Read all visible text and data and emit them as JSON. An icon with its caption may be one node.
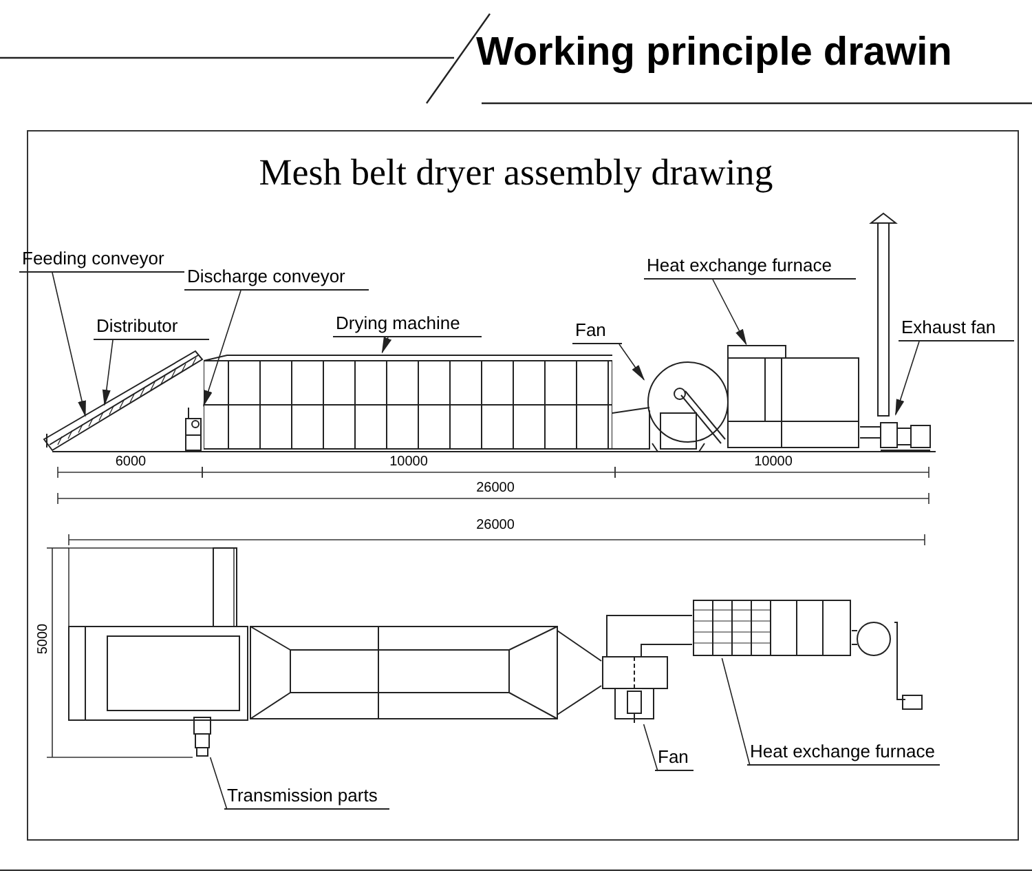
{
  "diagram": {
    "title": "Working principle drawin",
    "nodes": [
      {
        "text": [
          "Feeding conveyor"
        ]
      },
      {
        "text": [
          "Discharge conveyor"
        ]
      },
      {
        "text": [
          "Distributor"
        ]
      },
      {
        "text": [
          "Drying machine"
        ]
      },
      {
        "text": [
          "Fan"
        ]
      },
      {
        "text": [
          "Heat exchange furnace"
        ]
      },
      {
        "text": [
          "Exhaust fan"
        ]
      },
      {
        "text": [
          "Transmission parts"
        ]
      },
      {
        "text": [
          "Fan"
        ]
      },
      {
        "text": [
          "Heat exchange furnace"
        ]
      },
      {
        "text": [],
        "shape": "picture"
      },
      {
        "text": [],
        "shape": "picture"
      },
      {
        "text": [],
        "shape": "picture"
      },
      {
        "text": [],
        "shape": "picture"
      },
      {
        "text": [],
        "shape": "picture"
      },
      {
        "text": [],
        "shape": "picture"
      },
      {
        "text": [],
        "shape": "picture"
      },
      {
        "text": [],
        "shape": "picture"
      },
      {
        "text": [],
        "shape": "picture"
      }
    ],
    "edges": [
      {
        "from": 0,
        "to": 10,
        "arrow": "to"
      },
      {
        "from": 1,
        "to": 11,
        "arrow": "to"
      },
      {
        "from": 2,
        "to": 10,
        "arrow": "to"
      },
      {
        "from": 3,
        "to": 12,
        "arrow": "to"
      },
      {
        "from": 4,
        "to": 13,
        "arrow": "to"
      },
      {
        "from": 5,
        "to": 14,
        "arrow": "to"
      },
      {
        "from": 6,
        "to": 15,
        "arrow": "to"
      },
      {
        "from": 7,
        "to": 16,
        "arrow": "none"
      },
      {
        "from": 8,
        "to": 17,
        "arrow": "none"
      },
      {
        "from": 9,
        "to": 18,
        "arrow": "none"
      }
    ],
    "labels": [
      "Mesh belt dryer assembly drawing",
      "6000",
      "10000",
      "10000",
      "26000",
      "26000",
      "5000"
    ]
  }
}
